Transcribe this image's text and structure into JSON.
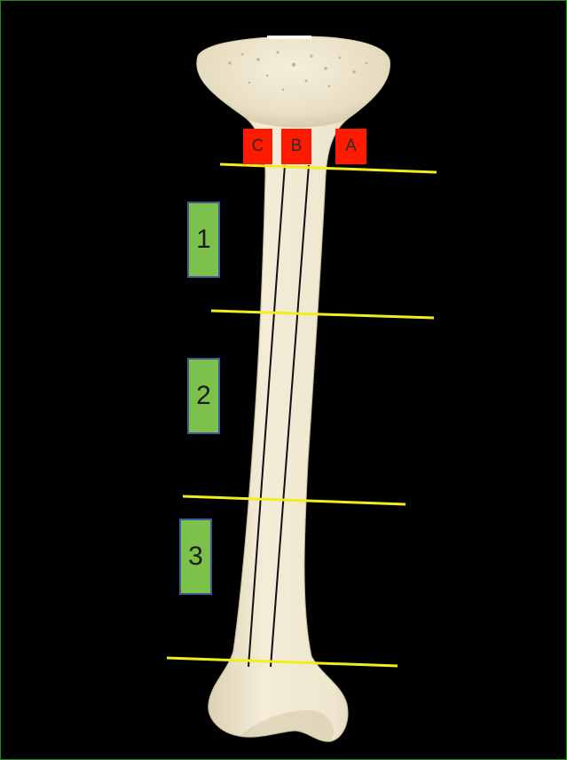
{
  "figure": {
    "column_labels": [
      {
        "id": "C",
        "text": "C"
      },
      {
        "id": "B",
        "text": "B"
      },
      {
        "id": "A",
        "text": "A"
      }
    ],
    "segment_labels": [
      {
        "id": "1",
        "text": "1"
      },
      {
        "id": "2",
        "text": "2"
      },
      {
        "id": "3",
        "text": "3"
      }
    ],
    "colors": {
      "background": "#000000",
      "frame": "#1f8a1f",
      "bone": "#efe6cf",
      "bone_shadow": "#d9ceb0",
      "boundary_line": "#f2ee1a",
      "column_line": "#111111",
      "column_label_fill": "#ff1a00",
      "segment_label_fill": "#7cc24a",
      "segment_label_border": "#3a5a9a"
    }
  }
}
